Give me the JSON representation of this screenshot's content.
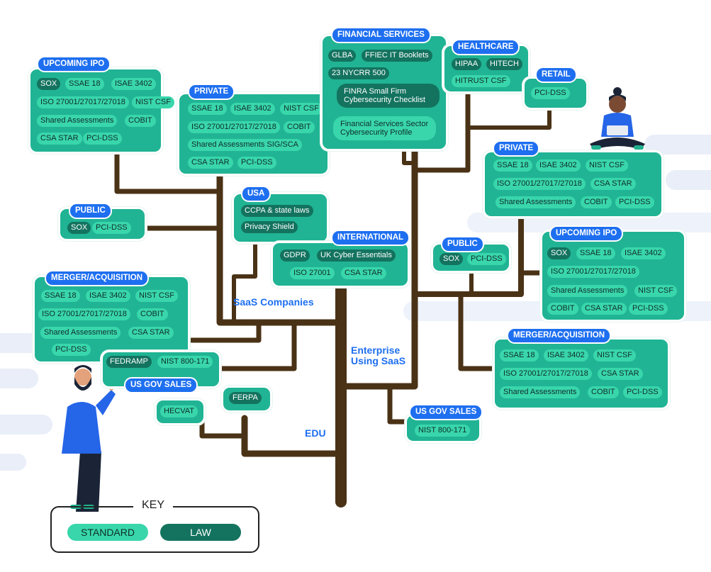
{
  "colors": {
    "standard": "#39d6ac",
    "law": "#13735f",
    "header": "#1e6ff0",
    "trunk": "#4a3216",
    "box": "#20b494"
  },
  "labels": {
    "saas": "SaaS Companies",
    "enterprise": "Enterprise Using SaaS",
    "edu": "EDU"
  },
  "key": {
    "title": "KEY",
    "standard": "STANDARD",
    "law": "LAW"
  },
  "groups": [
    {
      "id": "upcoming-ipo-left",
      "title": "UPCOMING IPO",
      "items": [
        {
          "t": "SOX",
          "k": "law"
        },
        {
          "t": "SSAE 18",
          "k": "std"
        },
        {
          "t": "ISAE 3402",
          "k": "std"
        },
        {
          "t": "ISO 27001/27017/27018",
          "k": "std"
        },
        {
          "t": "NIST CSF",
          "k": "std"
        },
        {
          "t": "Shared Assessments",
          "k": "std"
        },
        {
          "t": "COBIT",
          "k": "std"
        },
        {
          "t": "CSA STAR",
          "k": "std"
        },
        {
          "t": "PCI-DSS",
          "k": "std"
        }
      ]
    },
    {
      "id": "private-left",
      "title": "PRIVATE",
      "items": [
        {
          "t": "SSAE 18",
          "k": "std"
        },
        {
          "t": "ISAE 3402",
          "k": "std"
        },
        {
          "t": "NIST CSF",
          "k": "std"
        },
        {
          "t": "ISO 27001/27017/27018",
          "k": "std"
        },
        {
          "t": "COBIT",
          "k": "std"
        },
        {
          "t": "Shared Assessments SIG/SCA",
          "k": "std"
        },
        {
          "t": "CSA STAR",
          "k": "std"
        },
        {
          "t": "PCI-DSS",
          "k": "std"
        }
      ]
    },
    {
      "id": "public-left",
      "title": "PUBLIC",
      "items": [
        {
          "t": "SOX",
          "k": "law"
        },
        {
          "t": "PCI-DSS",
          "k": "std"
        }
      ]
    },
    {
      "id": "usa",
      "title": "USA",
      "items": [
        {
          "t": "CCPA & state laws",
          "k": "law"
        },
        {
          "t": "Privacy Shield",
          "k": "law"
        }
      ]
    },
    {
      "id": "international",
      "title": "INTERNATIONAL",
      "items": [
        {
          "t": "GDPR",
          "k": "law"
        },
        {
          "t": "UK Cyber Essentials",
          "k": "law"
        },
        {
          "t": "ISO 27001",
          "k": "std"
        },
        {
          "t": "CSA STAR",
          "k": "std"
        }
      ]
    },
    {
      "id": "merger-left",
      "title": "MERGER/ACQUISITION",
      "items": [
        {
          "t": "SSAE 18",
          "k": "std"
        },
        {
          "t": "ISAE 3402",
          "k": "std"
        },
        {
          "t": "NIST CSF",
          "k": "std"
        },
        {
          "t": "ISO 27001/27017/27018",
          "k": "std"
        },
        {
          "t": "COBIT",
          "k": "std"
        },
        {
          "t": "Shared Assessments",
          "k": "std"
        },
        {
          "t": "CSA STAR",
          "k": "std"
        },
        {
          "t": "PCI-DSS",
          "k": "std"
        }
      ]
    },
    {
      "id": "usgov-left",
      "title": "US GOV SALES",
      "items": [
        {
          "t": "FEDRAMP",
          "k": "law"
        },
        {
          "t": "NIST 800-171",
          "k": "std"
        }
      ]
    },
    {
      "id": "hecvat",
      "title": "",
      "items": [
        {
          "t": "HECVAT",
          "k": "std"
        }
      ]
    },
    {
      "id": "ferpa",
      "title": "",
      "items": [
        {
          "t": "FERPA",
          "k": "law"
        }
      ]
    },
    {
      "id": "financial",
      "title": "FINANCIAL SERVICES",
      "items": [
        {
          "t": "GLBA",
          "k": "law"
        },
        {
          "t": "FFIEC IT Booklets",
          "k": "law"
        },
        {
          "t": "23 NYCRR 500",
          "k": "law"
        },
        {
          "t": "FINRA Small Firm Cybersecurity Checklist",
          "k": "law"
        },
        {
          "t": "Financial Services Sector Cybersecurity Profile",
          "k": "std"
        }
      ]
    },
    {
      "id": "healthcare",
      "title": "HEALTHCARE",
      "items": [
        {
          "t": "HIPAA",
          "k": "law"
        },
        {
          "t": "HITECH",
          "k": "law"
        },
        {
          "t": "HITRUST CSF",
          "k": "std"
        }
      ]
    },
    {
      "id": "retail",
      "title": "RETAIL",
      "items": [
        {
          "t": "PCI-DSS",
          "k": "std"
        }
      ]
    },
    {
      "id": "private-right",
      "title": "PRIVATE",
      "items": [
        {
          "t": "SSAE 18",
          "k": "std"
        },
        {
          "t": "ISAE 3402",
          "k": "std"
        },
        {
          "t": "NIST CSF",
          "k": "std"
        },
        {
          "t": "ISO 27001/27017/27018",
          "k": "std"
        },
        {
          "t": "CSA STAR",
          "k": "std"
        },
        {
          "t": "Shared Assessments",
          "k": "std"
        },
        {
          "t": "COBIT",
          "k": "std"
        },
        {
          "t": "PCI-DSS",
          "k": "std"
        }
      ]
    },
    {
      "id": "public-right",
      "title": "PUBLIC",
      "items": [
        {
          "t": "SOX",
          "k": "law"
        },
        {
          "t": "PCI-DSS",
          "k": "std"
        }
      ]
    },
    {
      "id": "upcoming-ipo-right",
      "title": "UPCOMING IPO",
      "items": [
        {
          "t": "SOX",
          "k": "law"
        },
        {
          "t": "SSAE 18",
          "k": "std"
        },
        {
          "t": "ISAE 3402",
          "k": "std"
        },
        {
          "t": "ISO 27001/27017/27018",
          "k": "std"
        },
        {
          "t": "Shared Assessments",
          "k": "std"
        },
        {
          "t": "NIST CSF",
          "k": "std"
        },
        {
          "t": "COBIT",
          "k": "std"
        },
        {
          "t": "CSA STAR",
          "k": "std"
        },
        {
          "t": "PCI-DSS",
          "k": "std"
        }
      ]
    },
    {
      "id": "merger-right",
      "title": "MERGER/ACQUISITION",
      "items": [
        {
          "t": "SSAE 18",
          "k": "std"
        },
        {
          "t": "ISAE 3402",
          "k": "std"
        },
        {
          "t": "NIST CSF",
          "k": "std"
        },
        {
          "t": "ISO 27001/27017/27018",
          "k": "std"
        },
        {
          "t": "CSA STAR",
          "k": "std"
        },
        {
          "t": "Shared Assessments",
          "k": "std"
        },
        {
          "t": "COBIT",
          "k": "std"
        },
        {
          "t": "PCI-DSS",
          "k": "std"
        }
      ]
    },
    {
      "id": "usgov-right",
      "title": "US GOV SALES",
      "items": [
        {
          "t": "NIST 800-171",
          "k": "std"
        }
      ]
    }
  ]
}
